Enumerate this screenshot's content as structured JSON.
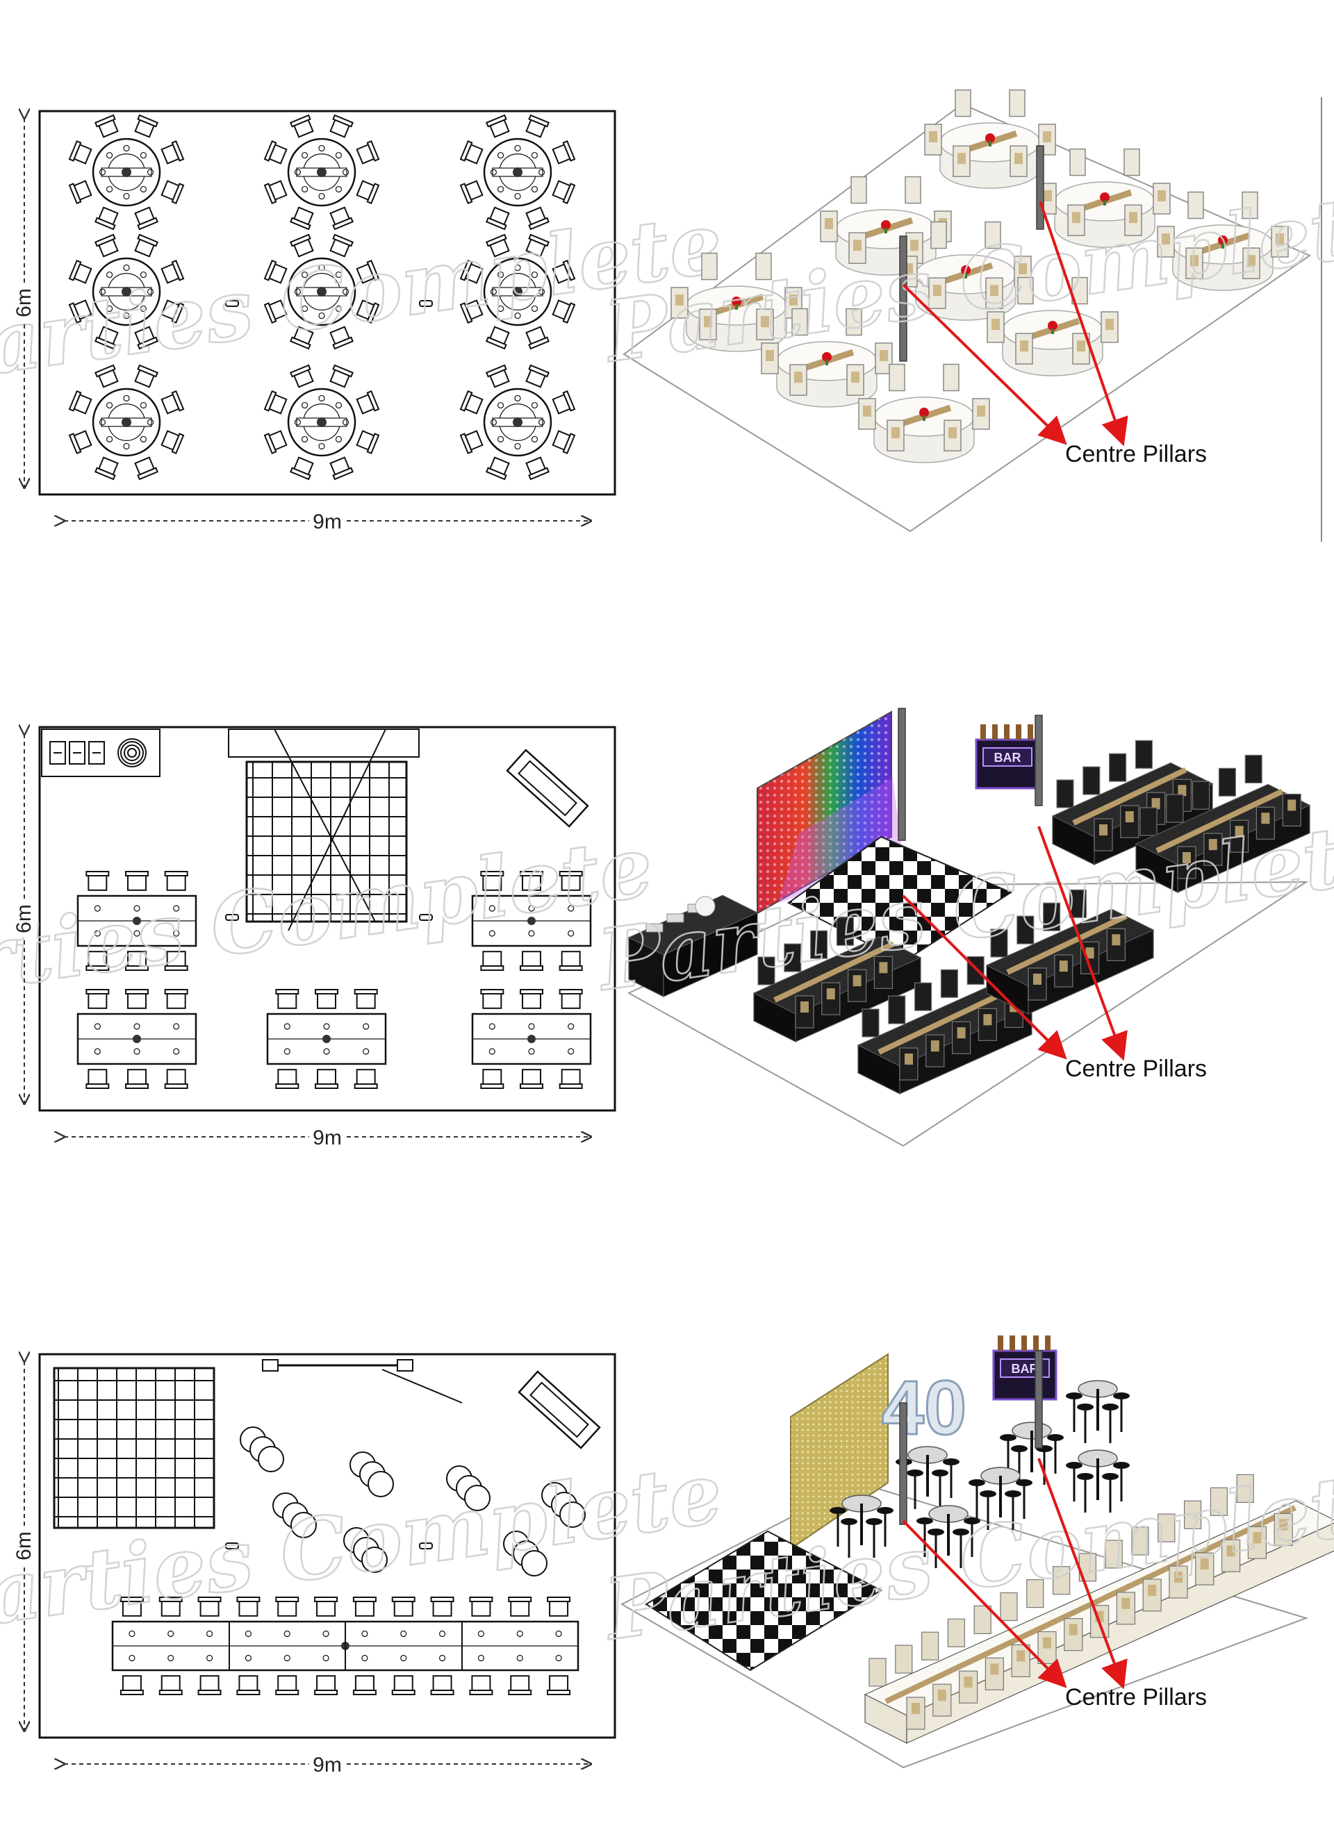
{
  "layouts": [
    {
      "width_label": "9m",
      "height_label": "6m",
      "callout": "Centre Pillars",
      "style": "round-tables"
    },
    {
      "width_label": "9m",
      "height_label": "6m",
      "callout": "Centre Pillars",
      "style": "dance-floor-banquet"
    },
    {
      "width_label": "9m",
      "height_label": "6m",
      "callout": "Centre Pillars",
      "style": "long-table-cocktail"
    }
  ],
  "watermark": "Parties Complete",
  "props": {
    "bar_sign": "BAR",
    "number_sign": "40"
  },
  "colors": {
    "callout_arrow": "#e01818",
    "outline": "#111111",
    "floor_line": "#999999"
  }
}
